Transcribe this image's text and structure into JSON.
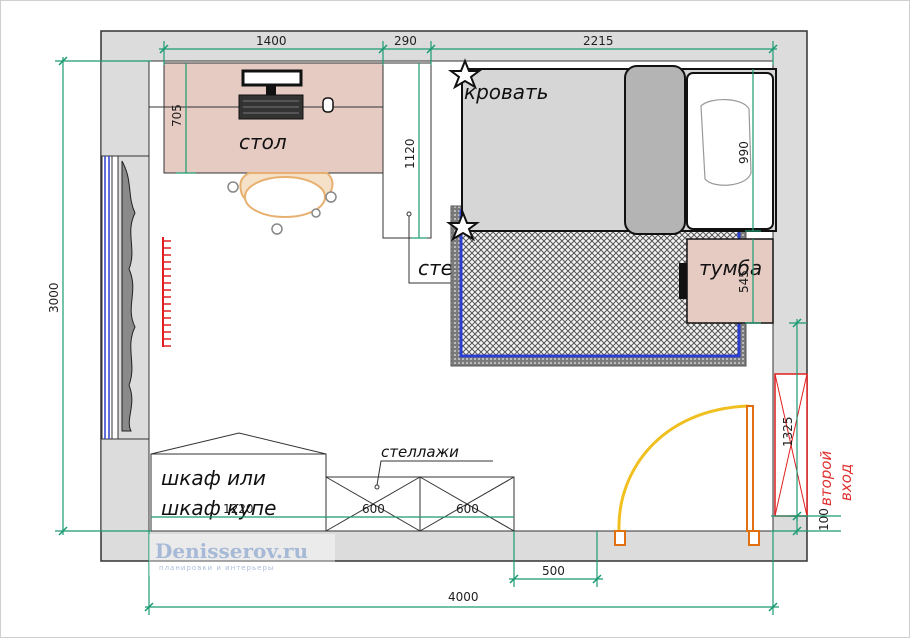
{
  "labels": {
    "desk": "стол",
    "bed": "кровать",
    "rack": "стеллаж",
    "nightstand": "тумба",
    "wardrobe_line1": "шкаф или",
    "wardrobe_line2": "шкаф купе",
    "shelves": "стеллажи",
    "second_entrance_line1": "второй",
    "second_entrance_line2": "вход"
  },
  "dimensions": {
    "desk_width": "1400",
    "rack_width": "290",
    "bed_length": "2215",
    "room_height": "3000",
    "room_width": "4000",
    "desk_depth": "705",
    "rack_length": "1120",
    "bed_width": "990",
    "nightstand_depth": "545",
    "second_door_width": "1325",
    "wall_offset": "100",
    "door_offset": "500",
    "wardrobe_width": "1220",
    "shelf_1_width": "600",
    "shelf_2_width": "600"
  },
  "watermark": {
    "title": "Denisserov.ru",
    "subtitle": "планировки и интерьеры"
  },
  "colors": {
    "wall": "#dcdcdc",
    "dimension_line": "#1a9a72",
    "desk_fill": "#e6cbc3",
    "bed_fill": "#d6d6d6",
    "rug_border": "#2a3fd0",
    "door": "#f0c020",
    "door_frame": "#e07010",
    "radiator": "#e02020",
    "second_door": "#e02020"
  }
}
